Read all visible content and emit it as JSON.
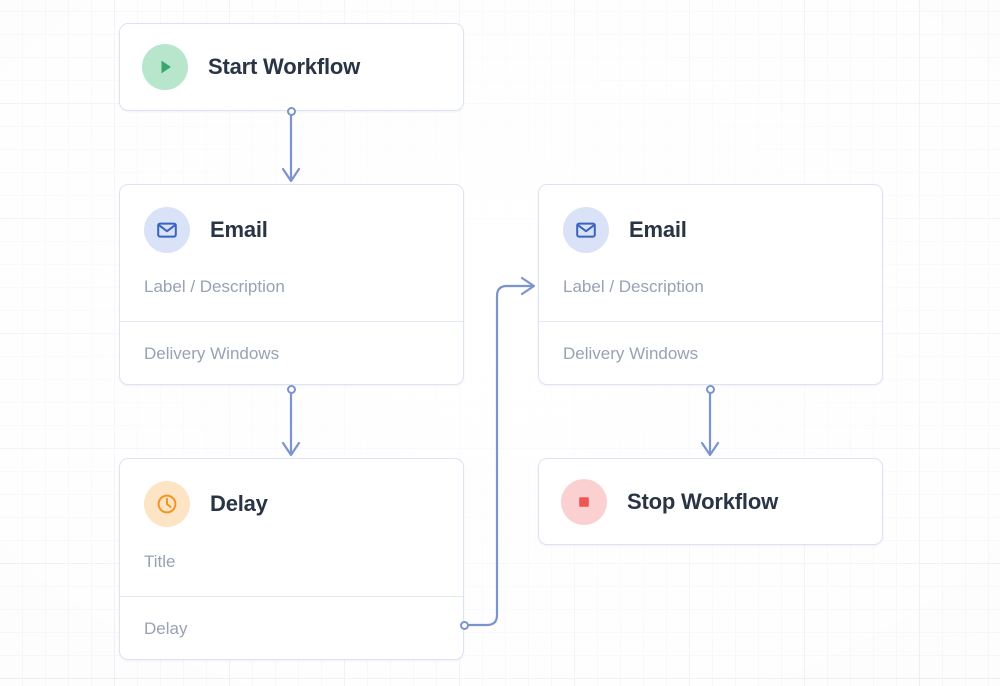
{
  "canvas": {
    "background_color": "#fdfdfe",
    "grid_minor_color": "#f3f5f8",
    "grid_major_color": "#e9ecf2",
    "edge_color": "#7b94cf",
    "node_border_color": "#dde3f0",
    "node_background": "#ffffff",
    "title_color": "#293444",
    "placeholder_color": "#98a2b3"
  },
  "nodes": [
    {
      "id": "start",
      "title": "Start Workflow",
      "icon": "play-icon",
      "icon_bg": "#b8e6cd",
      "icon_fg": "#3aa76d",
      "fields": []
    },
    {
      "id": "email-left",
      "title": "Email",
      "icon": "envelope-icon",
      "icon_bg": "#d9e2f6",
      "icon_fg": "#3a63c0",
      "fields": [
        "Label / Description",
        "Delivery Windows"
      ]
    },
    {
      "id": "email-right",
      "title": "Email",
      "icon": "envelope-icon",
      "icon_bg": "#d9e2f6",
      "icon_fg": "#3a63c0",
      "fields": [
        "Label / Description",
        "Delivery Windows"
      ]
    },
    {
      "id": "delay",
      "title": "Delay",
      "icon": "clock-icon",
      "icon_bg": "#fde4c4",
      "icon_fg": "#f59421",
      "fields": [
        "Title",
        "Delay"
      ]
    },
    {
      "id": "stop",
      "title": "Stop Workflow",
      "icon": "stop-square-icon",
      "icon_bg": "#fbd0d0",
      "icon_fg": "#f05555",
      "fields": []
    }
  ],
  "edges": [
    {
      "id": "start-to-email-left",
      "from": "start",
      "to": "email-left"
    },
    {
      "id": "email-left-to-delay",
      "from": "email-left",
      "to": "delay"
    },
    {
      "id": "delay-to-email-right",
      "from": "delay",
      "to": "email-right"
    },
    {
      "id": "email-right-to-stop",
      "from": "email-right",
      "to": "stop"
    }
  ]
}
